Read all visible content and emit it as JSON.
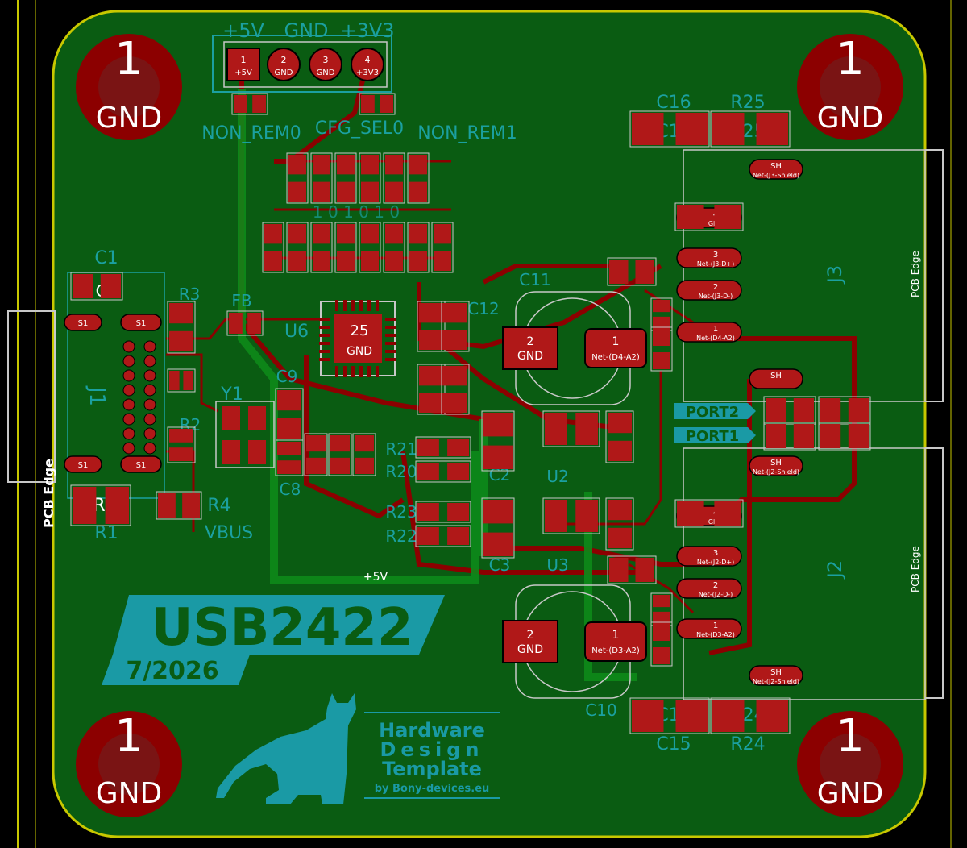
{
  "colors": {
    "background": "#000000",
    "board": "#0a5c12",
    "board_edge": "#c8c800",
    "copper": "#8c0000",
    "copper_light": "#b01818",
    "silk": "#1ba0a0",
    "pad_text": "#ffffff",
    "outline": "#c8c8c8",
    "logo": "#1a9aa5"
  },
  "mounting_holes": [
    {
      "id": "mh-tl",
      "num": "1",
      "net": "GND"
    },
    {
      "id": "mh-tr",
      "num": "1",
      "net": "GND"
    },
    {
      "id": "mh-bl",
      "num": "1",
      "net": "GND"
    },
    {
      "id": "mh-br",
      "num": "1",
      "net": "GND"
    }
  ],
  "header": {
    "rail_labels": [
      "+5V",
      "GND",
      "+3V3"
    ],
    "pins": [
      {
        "num": "1",
        "net": "+5V"
      },
      {
        "num": "2",
        "net": "GND"
      },
      {
        "num": "3",
        "net": "GND"
      },
      {
        "num": "4",
        "net": "+3V3"
      }
    ]
  },
  "config_labels": {
    "non_rem0": "NON_REM0",
    "cfg_sel0": "CFG_SEL0",
    "non_rem1": "NON_REM1",
    "bits": "1 0 1 0 1 0"
  },
  "refs": {
    "c1": "C1",
    "c16": "C16",
    "r25": "R25",
    "r3": "R3",
    "r2": "R2",
    "r1": "R1",
    "r4": "R4",
    "j1": "J1",
    "j2": "J2",
    "j3": "J3",
    "u6": "U6",
    "u2": "U2",
    "u3": "U3",
    "y1": "Y1",
    "c9": "C9",
    "c8": "C8",
    "c11": "C11",
    "c12": "C12",
    "c10": "C10",
    "c15": "C15",
    "c2": "C2",
    "c3": "C3",
    "r21": "R21",
    "r20": "R20",
    "r23": "R23",
    "r22": "R22",
    "r24": "R24",
    "fb": "FB",
    "vbus": "VBUS",
    "plus5v": "+5V"
  },
  "u6_pad": {
    "num": "25",
    "net": "GND"
  },
  "pcb_edge": "PCB Edge",
  "ports": [
    "PORT2",
    "PORT1"
  ],
  "j3_pads": [
    {
      "num": "SH",
      "net": "Net-(J3-Shield)"
    },
    {
      "num": "4",
      "net": "GND"
    },
    {
      "num": "3",
      "net": "Net-(J3-D+)"
    },
    {
      "num": "2",
      "net": "Net-(J3-D-)"
    },
    {
      "num": "1",
      "net": "Net-(D4-A2)"
    },
    {
      "num": "SH",
      "net": ""
    }
  ],
  "j2_pads": [
    {
      "num": "SH",
      "net": "Net-(J2-Shield)"
    },
    {
      "num": "4",
      "net": "GND"
    },
    {
      "num": "3",
      "net": "Net-(J2-D+)"
    },
    {
      "num": "2",
      "net": "Net-(J2-D-)"
    },
    {
      "num": "1",
      "net": "Net-(D3-A2)"
    },
    {
      "num": "SH",
      "net": "Net-(J2-Shield)"
    }
  ],
  "c11_pads": [
    {
      "num": "2",
      "net": "GND"
    },
    {
      "num": "1",
      "net": "Net-(D4-A2)"
    }
  ],
  "c10_pads": [
    {
      "num": "2",
      "net": "GND"
    },
    {
      "num": "1",
      "net": "Net-(D3-A2)"
    }
  ],
  "j1_pads": {
    "s1": "S1"
  },
  "title": "USB2422",
  "date": "7/2026",
  "logo_lines": [
    "Hardware",
    "Design",
    "Template",
    "by Bony-devices.eu"
  ]
}
